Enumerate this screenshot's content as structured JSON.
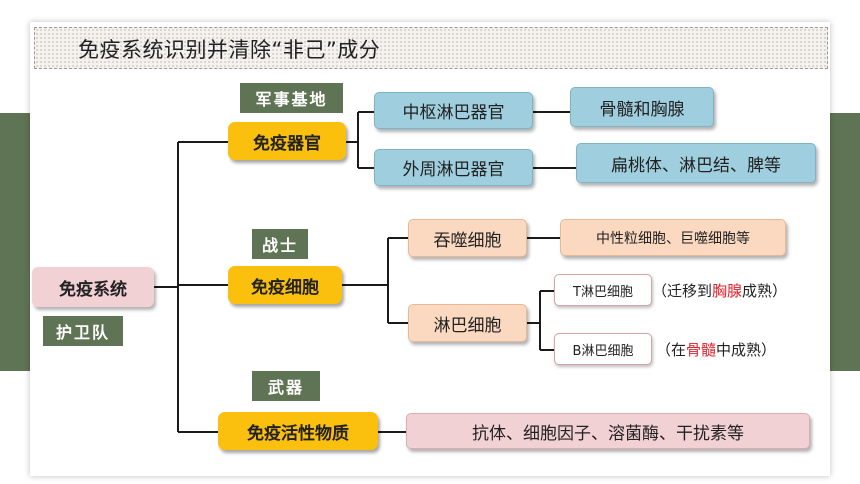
{
  "title": "免疫系统识别并清除“非己”成分",
  "colors": {
    "band": "#5f7454",
    "yellow": "#fbbf0e",
    "blue": "#9fcfdf",
    "peach": "#fbd9c0",
    "pink": "#f2d1d5",
    "highlight_red": "#e0202a"
  },
  "root": {
    "label": "免疫系统",
    "tag": "护卫队"
  },
  "branches": [
    {
      "tag": "军事基地",
      "label": "免疫器官",
      "children": [
        {
          "label": "中枢淋巴器官",
          "detail": "骨髓和胸腺"
        },
        {
          "label": "外周淋巴器官",
          "detail": "扁桃体、淋巴结、脾等"
        }
      ]
    },
    {
      "tag": "战士",
      "label": "免疫细胞",
      "children": [
        {
          "label": "吞噬细胞",
          "detail": "中性粒细胞、巨噬细胞等"
        },
        {
          "label": "淋巴细胞",
          "sub": [
            {
              "label": "T淋巴细胞",
              "note_pre": "（迁移到",
              "note_hl": "胸腺",
              "note_post": "成熟）"
            },
            {
              "label": "B淋巴细胞",
              "note_pre": "（在",
              "note_hl": "骨髓",
              "note_post": "中成熟）"
            }
          ]
        }
      ]
    },
    {
      "tag": "武器",
      "label": "免疫活性物质",
      "detail": "抗体、细胞因子、溶菌酶、干扰素等"
    }
  ]
}
